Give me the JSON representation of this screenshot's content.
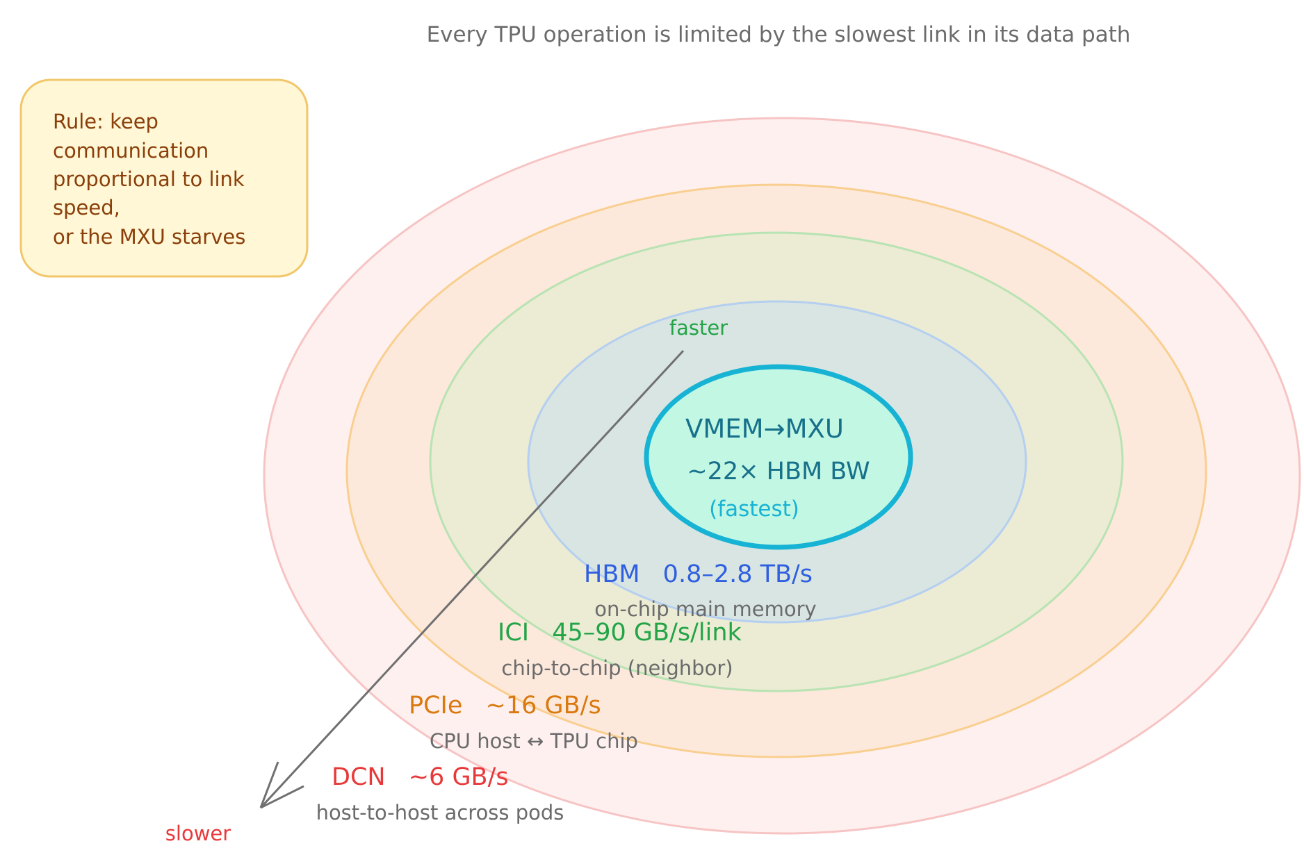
{
  "title": "Every TPU operation is limited by the slowest link in its data path",
  "rule_note": {
    "lines": [
      "Rule: keep",
      "communication",
      "proportional to link",
      "speed,",
      "or the MXU starves"
    ]
  },
  "arrow": {
    "start_label": "faster",
    "end_label": "slower"
  },
  "core": {
    "name": "VMEM→MXU",
    "speed": "~22× HBM BW",
    "note": "(fastest)"
  },
  "tiers": [
    {
      "name": "HBM",
      "speed": "0.8–2.8 TB/s",
      "description": "on-chip main memory"
    },
    {
      "name": "ICI",
      "speed": "45–90 GB/s/link",
      "description": "chip-to-chip (neighbor)"
    },
    {
      "name": "PCIe",
      "speed": "~16 GB/s",
      "description": "CPU host ↔ TPU chip"
    },
    {
      "name": "DCN",
      "speed": "~6 GB/s",
      "description": "host-to-host across pods"
    }
  ],
  "colors": {
    "title": "#6b6b6b",
    "note_fill": "#fff7d6",
    "note_stroke": "#f2c76a",
    "note_text": "#8a3f0a",
    "dcn": "#e8393a",
    "dcn_fill": "#fff0f0",
    "dcn_stroke": "#f7c4c4",
    "pcie": "#d9790f",
    "pcie_fill": "#fde9dc",
    "pcie_stroke": "#f9cf90",
    "ici": "#22a447",
    "ici_fill": "#ecebd4",
    "ici_stroke": "#b8e3b3",
    "hbm": "#2f5fe0",
    "hbm_fill": "#d9e5e2",
    "hbm_stroke": "#b4cff0",
    "core_fill": "#c2f7e4",
    "core_stroke": "#17b3d4",
    "core_text": "#17708a",
    "core_note": "#17b3d4",
    "desc": "#6b6b6b",
    "arrow": "#707070"
  }
}
